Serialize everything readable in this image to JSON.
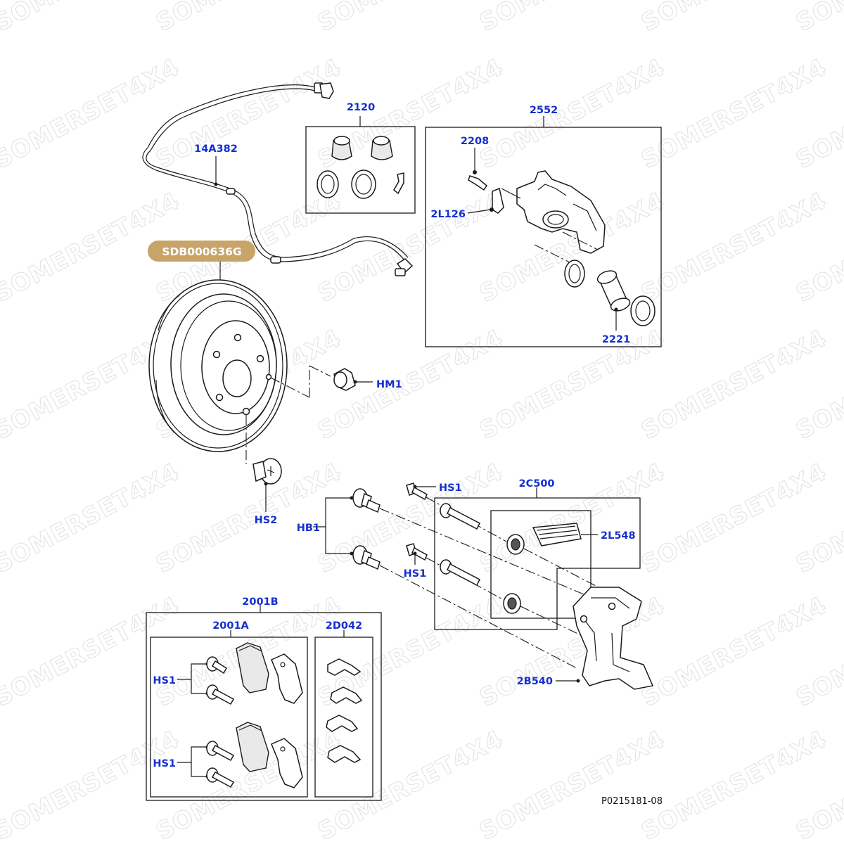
{
  "watermark": {
    "text": "SOMERSET4X4"
  },
  "highlight": {
    "code": "SDB000636G",
    "color": "#c8a468"
  },
  "label_color": "#1530d0",
  "labels": {
    "sensor": "14A382",
    "seal_kit": "2120",
    "caliper_assy": "2552",
    "bleed_screw": "2208",
    "cap": "2L126",
    "piston": "2221",
    "hub_plug": "HM1",
    "disc_screw": "HS2",
    "bolt_upper": "HS1",
    "bolt_lower": "HS1",
    "housing_bolts": "HB1",
    "pin_kit": "2C500",
    "grease": "2L548",
    "carrier": "2B540",
    "pad_kit": "2001B",
    "pad_set": "2001A",
    "clip_kit": "2D042",
    "pad_bolts_upper": "HS1",
    "pad_bolts_lower": "HS1"
  },
  "reference": "P0215181-08"
}
